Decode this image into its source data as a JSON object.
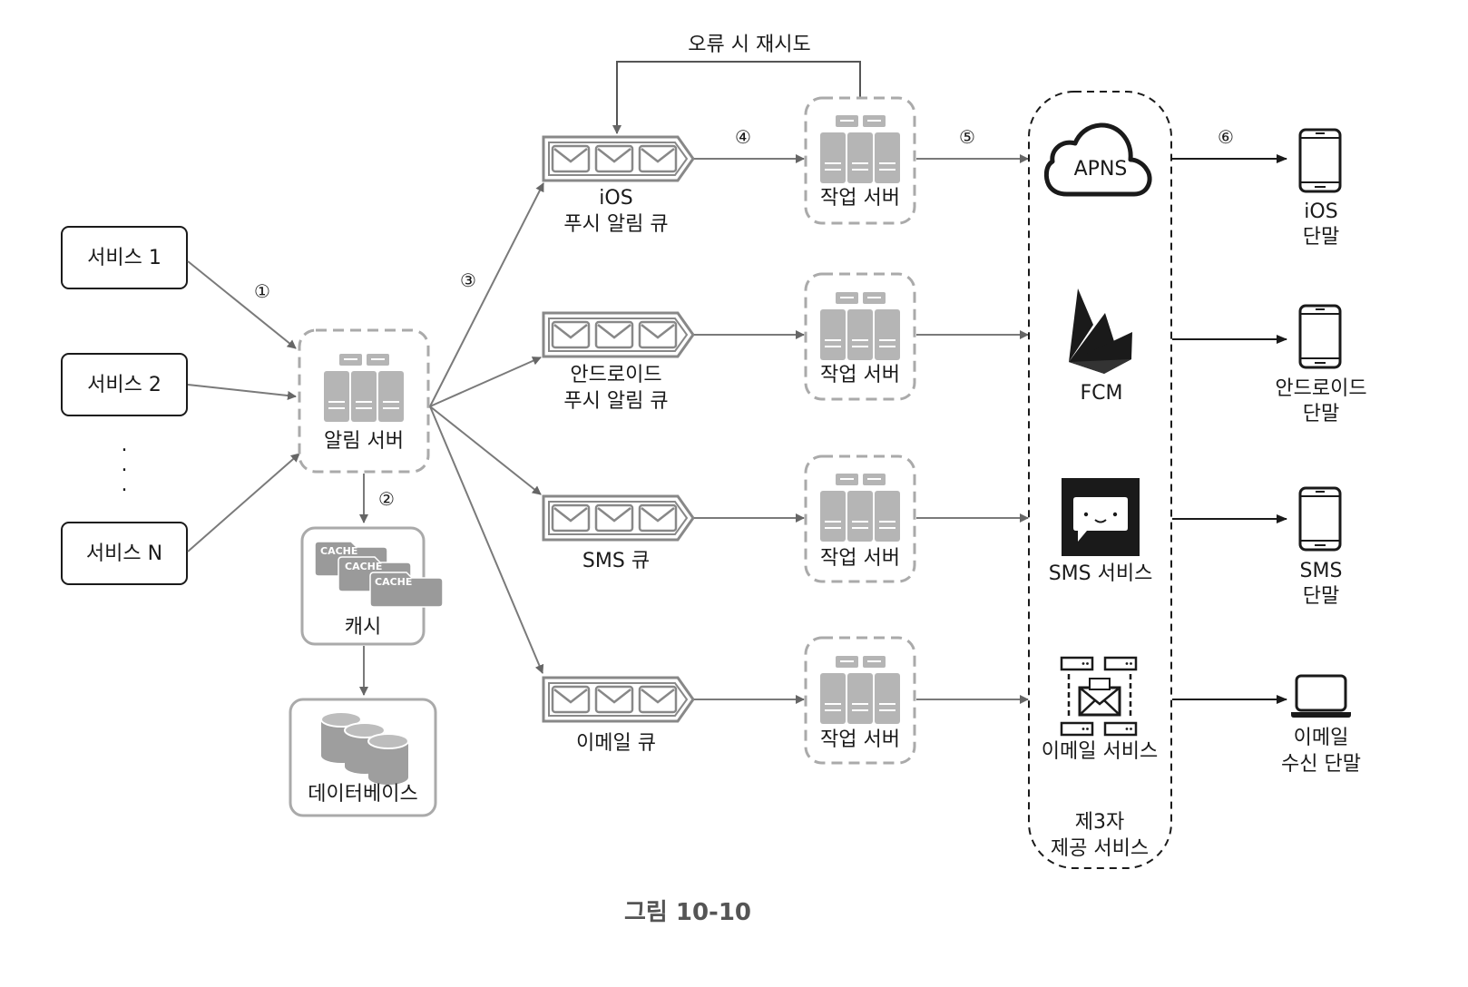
{
  "services": [
    "서비스 1",
    "서비스 2",
    "서비스 N"
  ],
  "service_dots": [
    ".",
    ".",
    "."
  ],
  "notification_server": "알림 서버",
  "cache": {
    "label": "캐시",
    "chip": "CACHE"
  },
  "database": "데이터베이스",
  "retry_label": "오류 시 재시도",
  "queues": [
    {
      "line1": "iOS",
      "line2": "푸시 알림 큐"
    },
    {
      "line1": "안드로이드",
      "line2": "푸시 알림 큐"
    },
    {
      "line1": "SMS 큐",
      "line2": ""
    },
    {
      "line1": "이메일 큐",
      "line2": ""
    }
  ],
  "worker": "작업 서버",
  "providers": [
    {
      "label": "FCM",
      "icon": "firebase-icon"
    },
    {
      "label": "SMS 서비스",
      "icon": "sms-chat-icon"
    },
    {
      "label": "이메일 서비스",
      "icon": "email-service-icon"
    }
  ],
  "apns_label": "APNS",
  "third_party": {
    "line1": "제3자",
    "line2": "제공 서비스"
  },
  "devices": [
    {
      "line1": "iOS",
      "line2": "단말",
      "icon": "phone-icon"
    },
    {
      "line1": "안드로이드",
      "line2": "단말",
      "icon": "phone-icon"
    },
    {
      "line1": "SMS",
      "line2": "단말",
      "icon": "phone-icon"
    },
    {
      "line1": "이메일",
      "line2": "수신 단말",
      "icon": "laptop-icon"
    }
  ],
  "steps": [
    "①",
    "②",
    "③",
    "④",
    "⑤",
    "⑥"
  ],
  "caption": "그림 10-10",
  "colors": {
    "line": "#7a7a7a",
    "fill": "#b8b8b8",
    "dark": "#1a1a1a"
  }
}
